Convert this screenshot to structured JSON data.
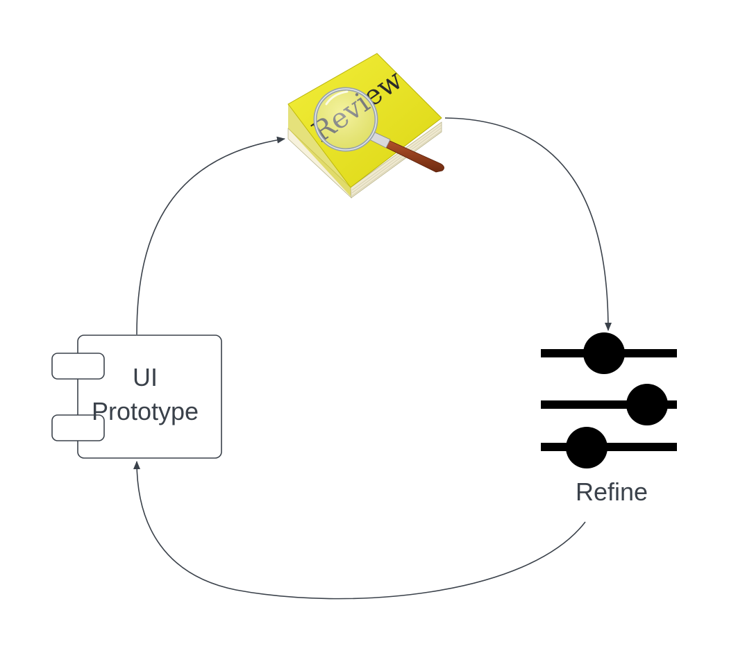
{
  "diagram": {
    "nodes": {
      "prototype": {
        "label_line1": "UI",
        "label_line2": "Prototype",
        "icon": "component-icon"
      },
      "review": {
        "book_text": "Review",
        "icon": "review-book-magnifier-icon"
      },
      "refine": {
        "label": "Refine",
        "icon": "sliders-icon"
      }
    },
    "edges": [
      {
        "from": "prototype",
        "to": "review"
      },
      {
        "from": "review",
        "to": "refine"
      },
      {
        "from": "refine",
        "to": "prototype"
      }
    ],
    "colors": {
      "line": "#3a414a",
      "book_yellow": "#e8e21c",
      "book_shadow": "#c9c400",
      "handle": "#8b3a1a",
      "slider": "#000000"
    }
  }
}
